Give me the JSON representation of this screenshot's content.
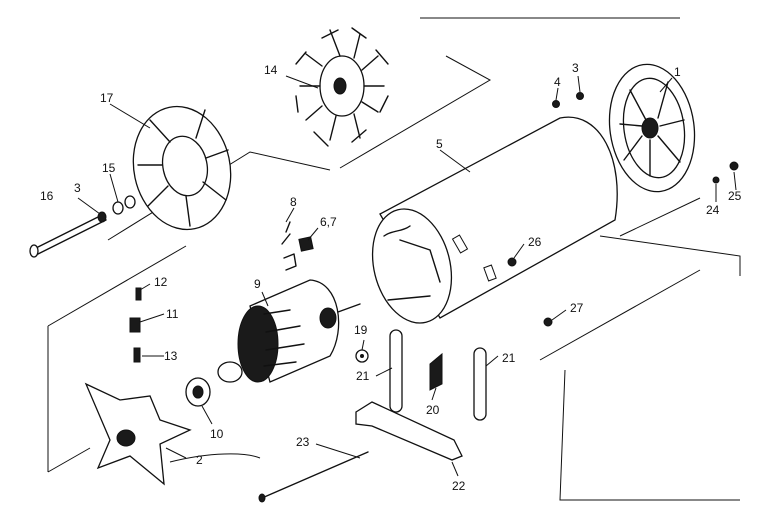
{
  "callouts": {
    "c1": "1",
    "c2": "2",
    "c3a": "3",
    "c3b": "3",
    "c4": "4",
    "c5": "5",
    "c67": "6,7",
    "c8": "8",
    "c9": "9",
    "c10": "10",
    "c11": "11",
    "c12": "12",
    "c13": "13",
    "c14": "14",
    "c15": "15",
    "c16": "16",
    "c17": "17",
    "c19": "19",
    "c20": "20",
    "c21a": "21",
    "c21b": "21",
    "c23": "23",
    "c22": "22",
    "c24": "24",
    "c25": "25",
    "c26": "26",
    "c27": "27"
  }
}
